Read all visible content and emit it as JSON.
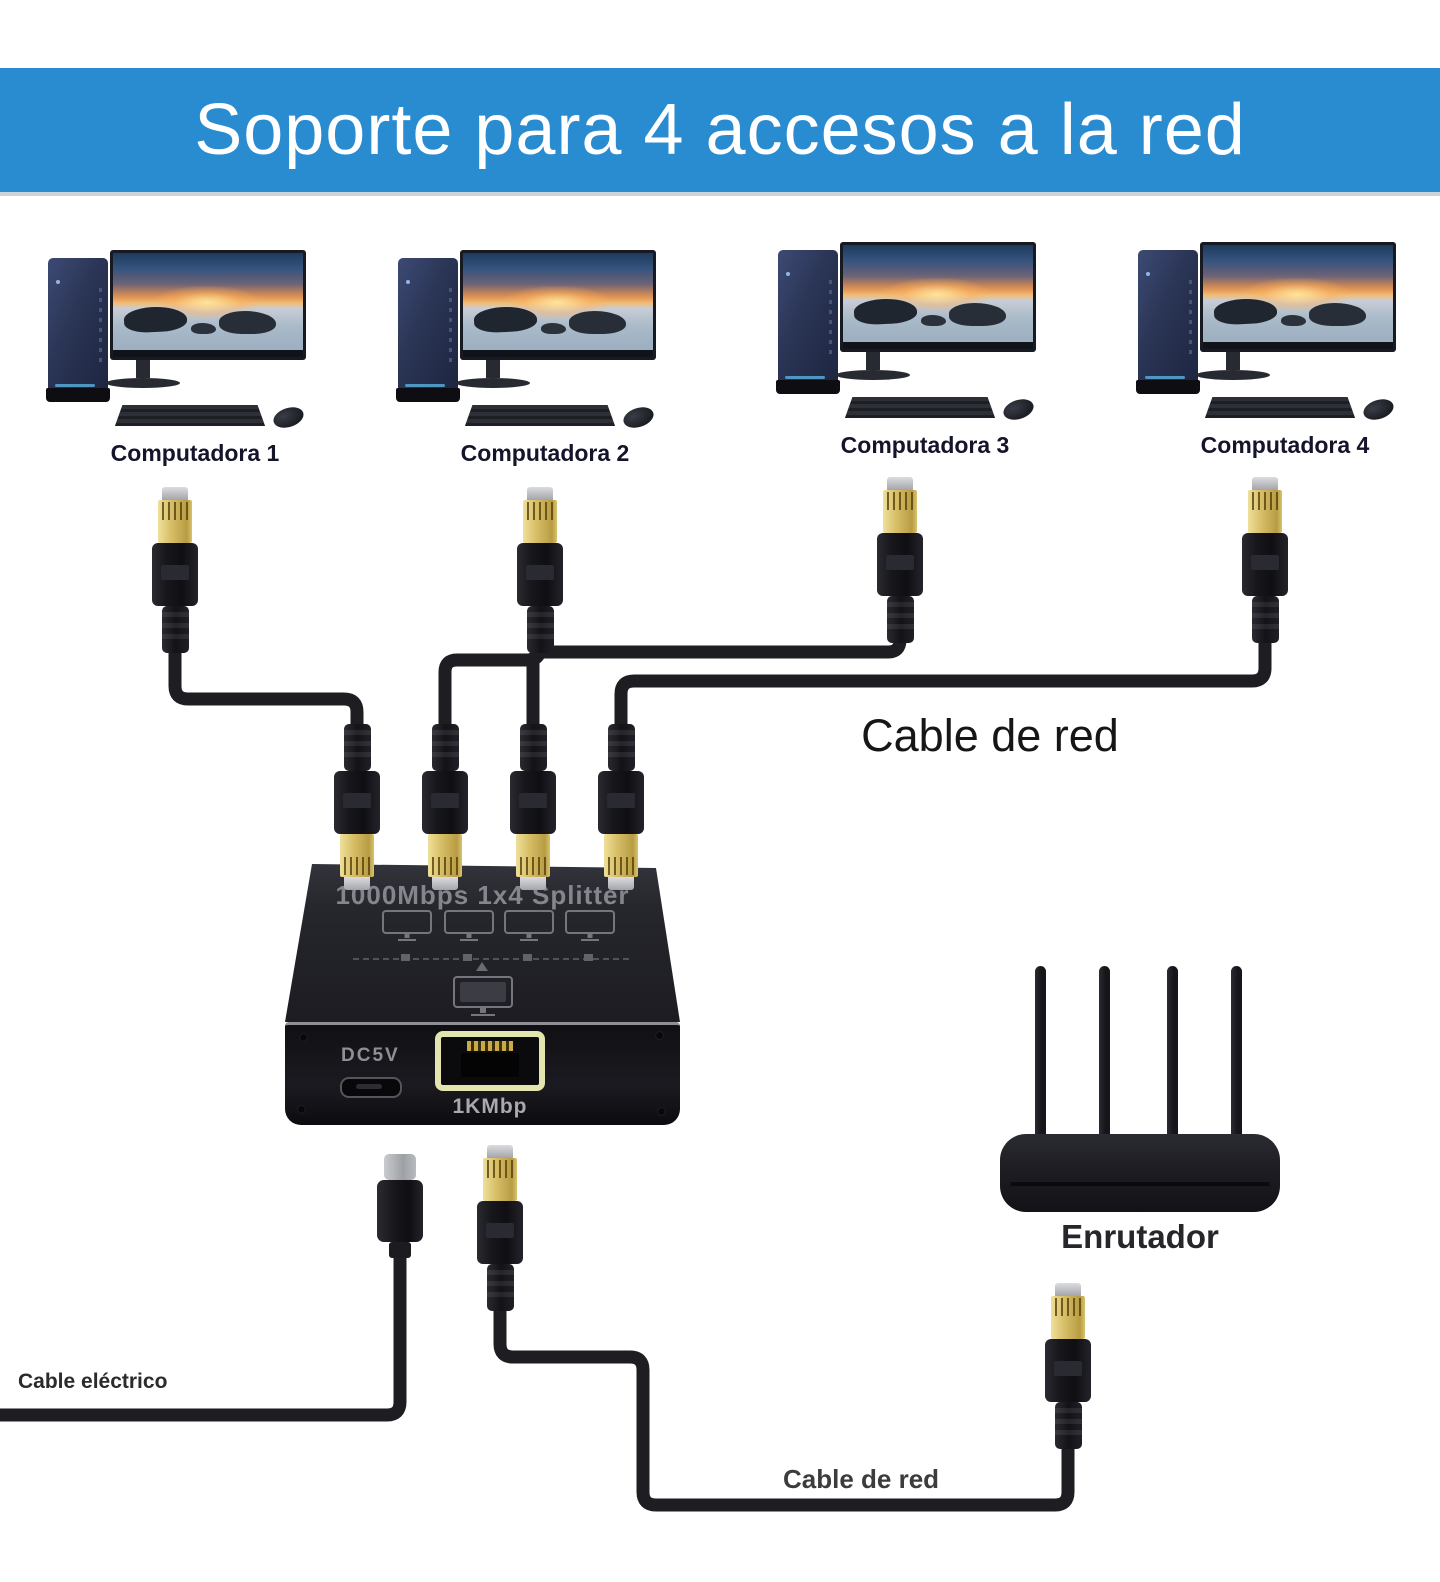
{
  "banner": {
    "title": "Soporte para 4 accesos a la red"
  },
  "computers": [
    {
      "label": "Computadora 1"
    },
    {
      "label": "Computadora 2"
    },
    {
      "label": "Computadora 3"
    },
    {
      "label": "Computadora 4"
    }
  ],
  "splitter": {
    "title": "1000Mbps 1x4 Splitter",
    "power_port_label": "DC5V",
    "uplink_port_label": "1KMbp"
  },
  "router": {
    "label": "Enrutador"
  },
  "cables": {
    "network_cable_top_label": "Cable de red",
    "power_cable_label": "Cable eléctrico",
    "network_cable_bottom_label": "Cable de red"
  },
  "icons": {
    "rj45_connector": "rj45-connector-icon",
    "usb_connector": "usb-power-connector-icon",
    "monitor_glyph": "monitor-icon",
    "router_antenna": "antenna-icon"
  },
  "colors": {
    "banner_bg": "#2a8cd0",
    "cable": "#1e1e22",
    "connector_gold": "#d9c46a",
    "splitter_body": "#1c1c22",
    "rj45_bezel": "#e3e4ae",
    "screen_sky": "#1e3a5e",
    "screen_sunset": "#f3bd74"
  }
}
